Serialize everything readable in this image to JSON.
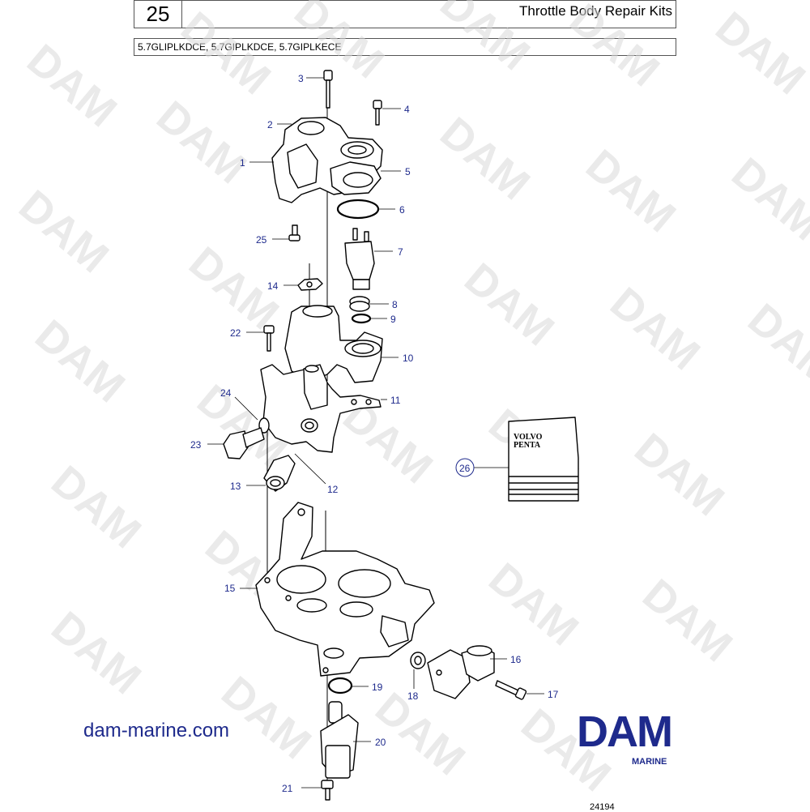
{
  "header": {
    "page_number": "25",
    "title": "Throttle Body Repair Kits",
    "models": "5.7GLIPLKDCE, 5.7GIPLKDCE, 5.7GIPLKECE"
  },
  "watermark": {
    "text": "DAM"
  },
  "kit_box": {
    "brand_line1": "VOLVO",
    "brand_line2": "PENTA"
  },
  "callouts": [
    "1",
    "2",
    "3",
    "4",
    "5",
    "6",
    "7",
    "8",
    "9",
    "10",
    "11",
    "12",
    "13",
    "14",
    "15",
    "16",
    "17",
    "18",
    "19",
    "20",
    "21",
    "22",
    "23",
    "24",
    "25",
    "26"
  ],
  "footer": {
    "site": "dam-marine.com",
    "brand": "DAM",
    "brand_sub": "MARINE",
    "drawing_number": "24194"
  },
  "colors": {
    "callout_blue": "#1e2a8c",
    "watermark_gray": "#d9d9d9"
  }
}
